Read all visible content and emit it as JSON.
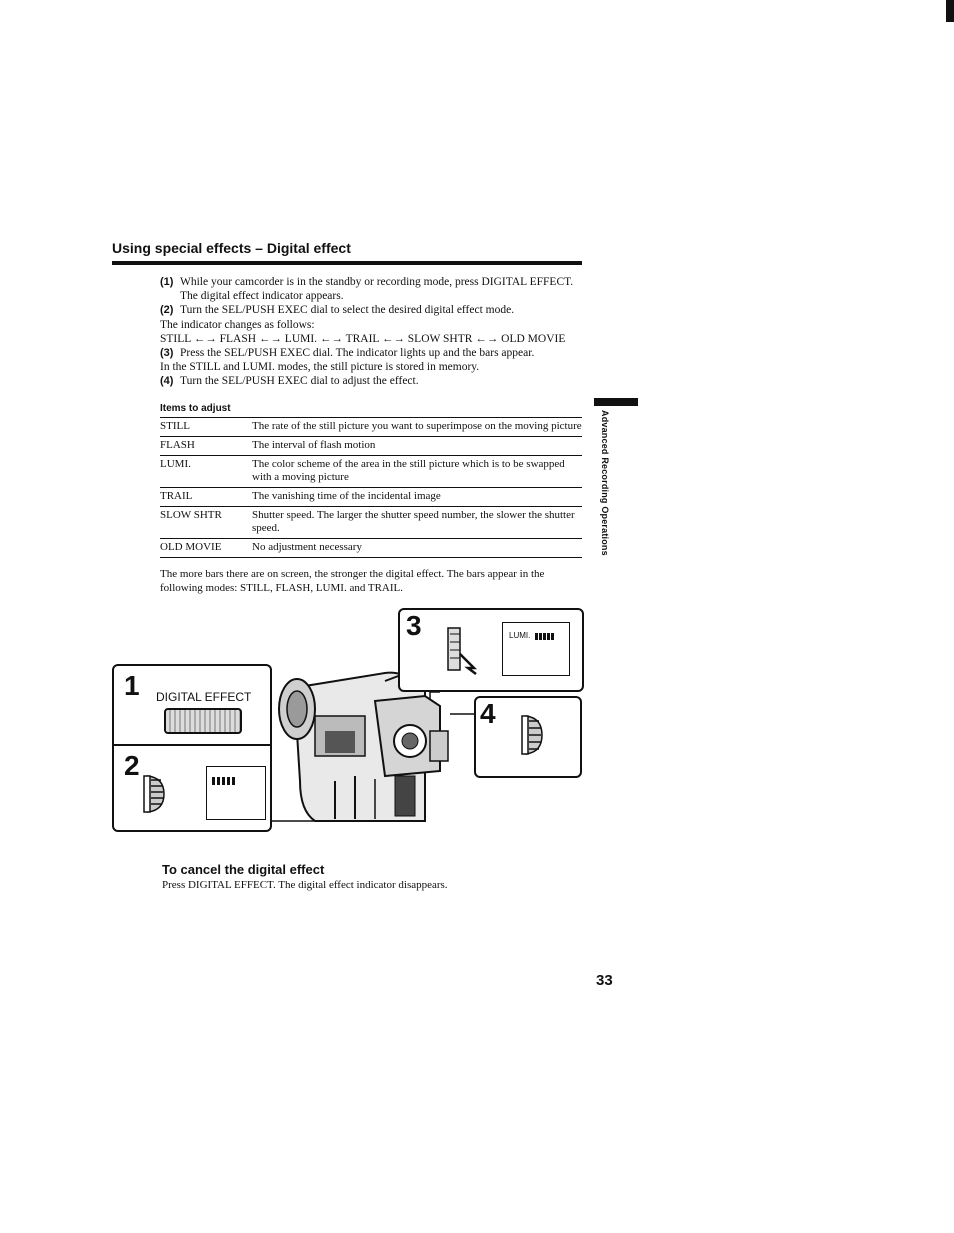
{
  "section_title": "Using special effects – Digital effect",
  "steps": [
    {
      "num": "(1)",
      "text": "While your camcorder is in the standby or recording mode, press DIGITAL EFFECT. The digital effect indicator appears."
    },
    {
      "num": "(2)",
      "text": "Turn the SEL/PUSH EXEC dial to select the desired digital effect mode.",
      "sub1": "The indicator changes as follows:",
      "sub2": "STILL ←→ FLASH ←→ LUMI. ←→ TRAIL ←→ SLOW SHTR ←→ OLD MOVIE"
    },
    {
      "num": "(3)",
      "text": "Press the SEL/PUSH EXEC dial. The indicator lights up and the bars appear.",
      "sub1": "In the STILL and LUMI. modes, the still picture is stored in memory."
    },
    {
      "num": "(4)",
      "text": "Turn the SEL/PUSH EXEC dial to adjust the effect."
    }
  ],
  "items_heading": "Items to adjust",
  "items": [
    {
      "name": "STILL",
      "desc": "The rate of the still picture you want to superimpose on the moving picture"
    },
    {
      "name": "FLASH",
      "desc": "The interval of flash motion"
    },
    {
      "name": "LUMI.",
      "desc": "The color scheme of the area in the still picture which is to be swapped with a moving picture"
    },
    {
      "name": "TRAIL",
      "desc": "The vanishing time of the incidental image"
    },
    {
      "name": "SLOW SHTR",
      "desc": "Shutter speed. The larger the shutter speed number, the slower the shutter speed."
    },
    {
      "name": "OLD MOVIE",
      "desc": "No adjustment necessary"
    }
  ],
  "bars_note": "The more bars there are on screen, the stronger the digital effect. The bars appear in the following modes: STILL, FLASH, LUMI. and TRAIL.",
  "side_label": "Advanced Recording Operations",
  "illustration": {
    "panel1_num": "1",
    "panel1_label": "DIGITAL EFFECT",
    "panel2_num": "2",
    "panel3_num": "3",
    "panel3_display": "LUMI.",
    "panel4_num": "4"
  },
  "cancel_title": "To cancel the digital effect",
  "cancel_text": "Press DIGITAL EFFECT. The digital effect indicator disappears.",
  "page_number": "33"
}
